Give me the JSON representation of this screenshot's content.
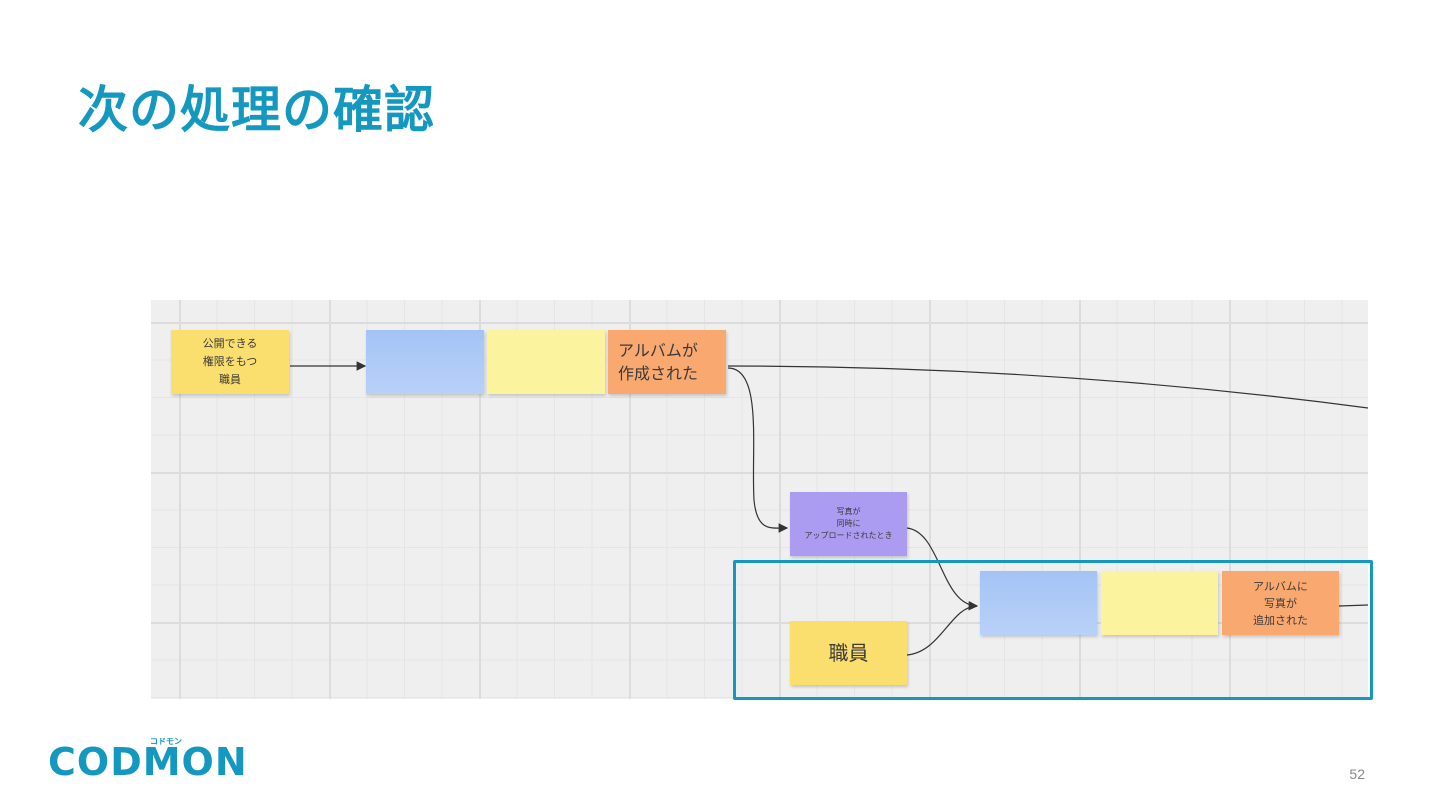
{
  "slide": {
    "title": "次の処理の確認",
    "page_number": "52"
  },
  "logo": {
    "text": "CODMON",
    "kana": "コドモン"
  },
  "diagram": {
    "stickies": {
      "actor_publisher": "公開できる\n権限をもつ\n職員",
      "blue_1": "",
      "lightyellow_1": "",
      "event_album_created": "アルバムが\n作成された",
      "policy_photos_uploaded": "写真が\n同時に\nアップロードされたとき",
      "actor_staff": "職員",
      "blue_2": "",
      "lightyellow_2": "",
      "event_photos_added": "アルバムに\n写真が\n追加された"
    },
    "colors": {
      "actor": "#fbdf6e",
      "command": "#a4c3f5",
      "aggregate": "#fcf39e",
      "event": "#f9a86f",
      "policy": "#ab9cf2",
      "highlight": "#1598bf"
    }
  }
}
